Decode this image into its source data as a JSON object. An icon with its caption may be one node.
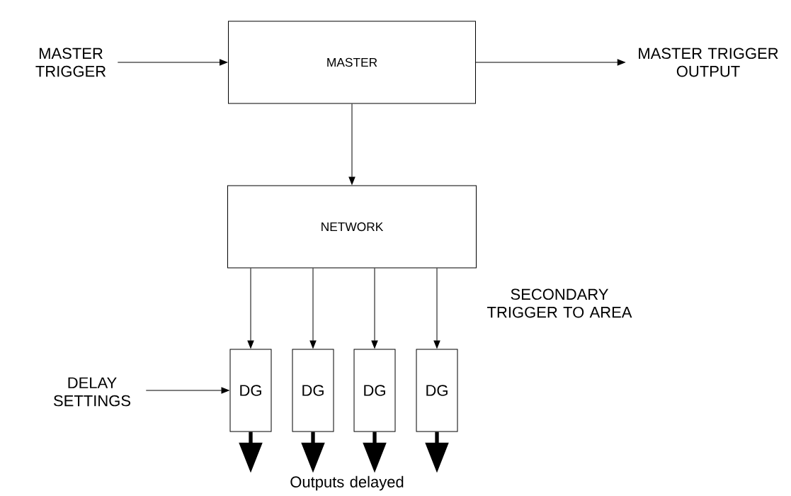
{
  "diagram": {
    "nodes": [
      {
        "text": [
          "MASTER TRIGGER"
        ]
      },
      {
        "text": [
          "MASTER"
        ]
      },
      {
        "text": [
          "MASTER TRIGGER OUTPUT"
        ]
      },
      {
        "text": [
          "NETWORK"
        ]
      },
      {
        "text": [
          "DELAY SETTINGS"
        ]
      },
      {
        "text": [
          "DG"
        ]
      },
      {
        "text": [
          "DG"
        ]
      },
      {
        "text": [
          "DG"
        ]
      },
      {
        "text": [
          "DG"
        ]
      }
    ],
    "edges": [
      {
        "from": 0,
        "to": 1,
        "arrow": "to"
      },
      {
        "from": 1,
        "to": 2,
        "arrow": "to"
      },
      {
        "from": 1,
        "to": 3,
        "arrow": "to"
      },
      {
        "from": 3,
        "to": 5,
        "arrow": "to"
      },
      {
        "from": 3,
        "to": 6,
        "arrow": "to"
      },
      {
        "from": 3,
        "to": 7,
        "arrow": "to"
      },
      {
        "from": 3,
        "to": 8,
        "arrow": "to"
      },
      {
        "from": 4,
        "to": 5,
        "arrow": "to"
      },
      {
        "from": 5,
        "to": null,
        "arrow": "to",
        "style": "thick"
      },
      {
        "from": 6,
        "to": null,
        "arrow": "to",
        "style": "thick"
      },
      {
        "from": 7,
        "to": null,
        "arrow": "to",
        "style": "thick"
      },
      {
        "from": 8,
        "to": null,
        "arrow": "to",
        "style": "thick"
      }
    ],
    "labels": [
      "SECONDARY TRIGGER TO AREA",
      "Outputs delayed"
    ]
  }
}
